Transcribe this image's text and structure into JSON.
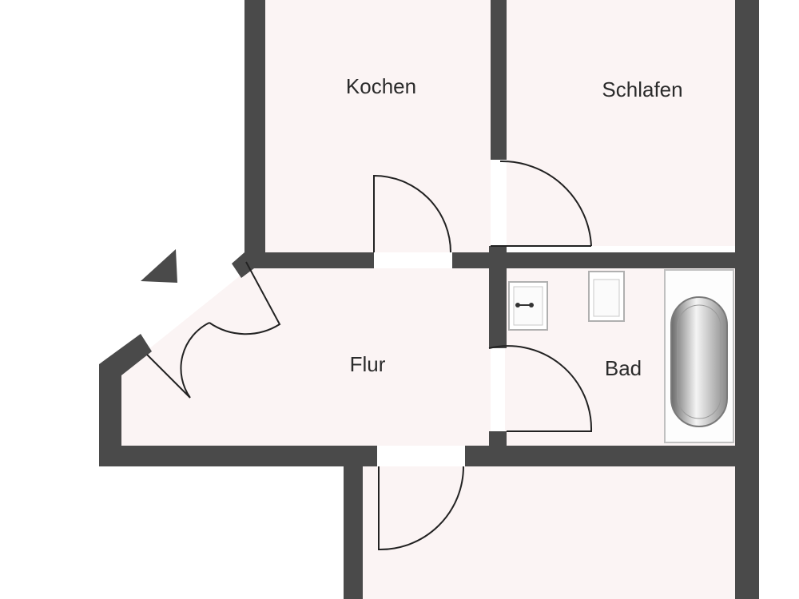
{
  "rooms": {
    "kochen": {
      "label": "Kochen"
    },
    "schlafen": {
      "label": "Schlafen"
    },
    "flur": {
      "label": "Flur"
    },
    "bad": {
      "label": "Bad"
    }
  },
  "colors": {
    "wall": "#4a4a4a",
    "floor": "#fbf4f4",
    "outside": "#ffffff",
    "door_line": "#222222",
    "fixture_line": "#b0b0b0"
  },
  "icons": {
    "sink": "sink-icon",
    "toilet": "toilet-icon",
    "bathtub": "bathtub-icon"
  }
}
